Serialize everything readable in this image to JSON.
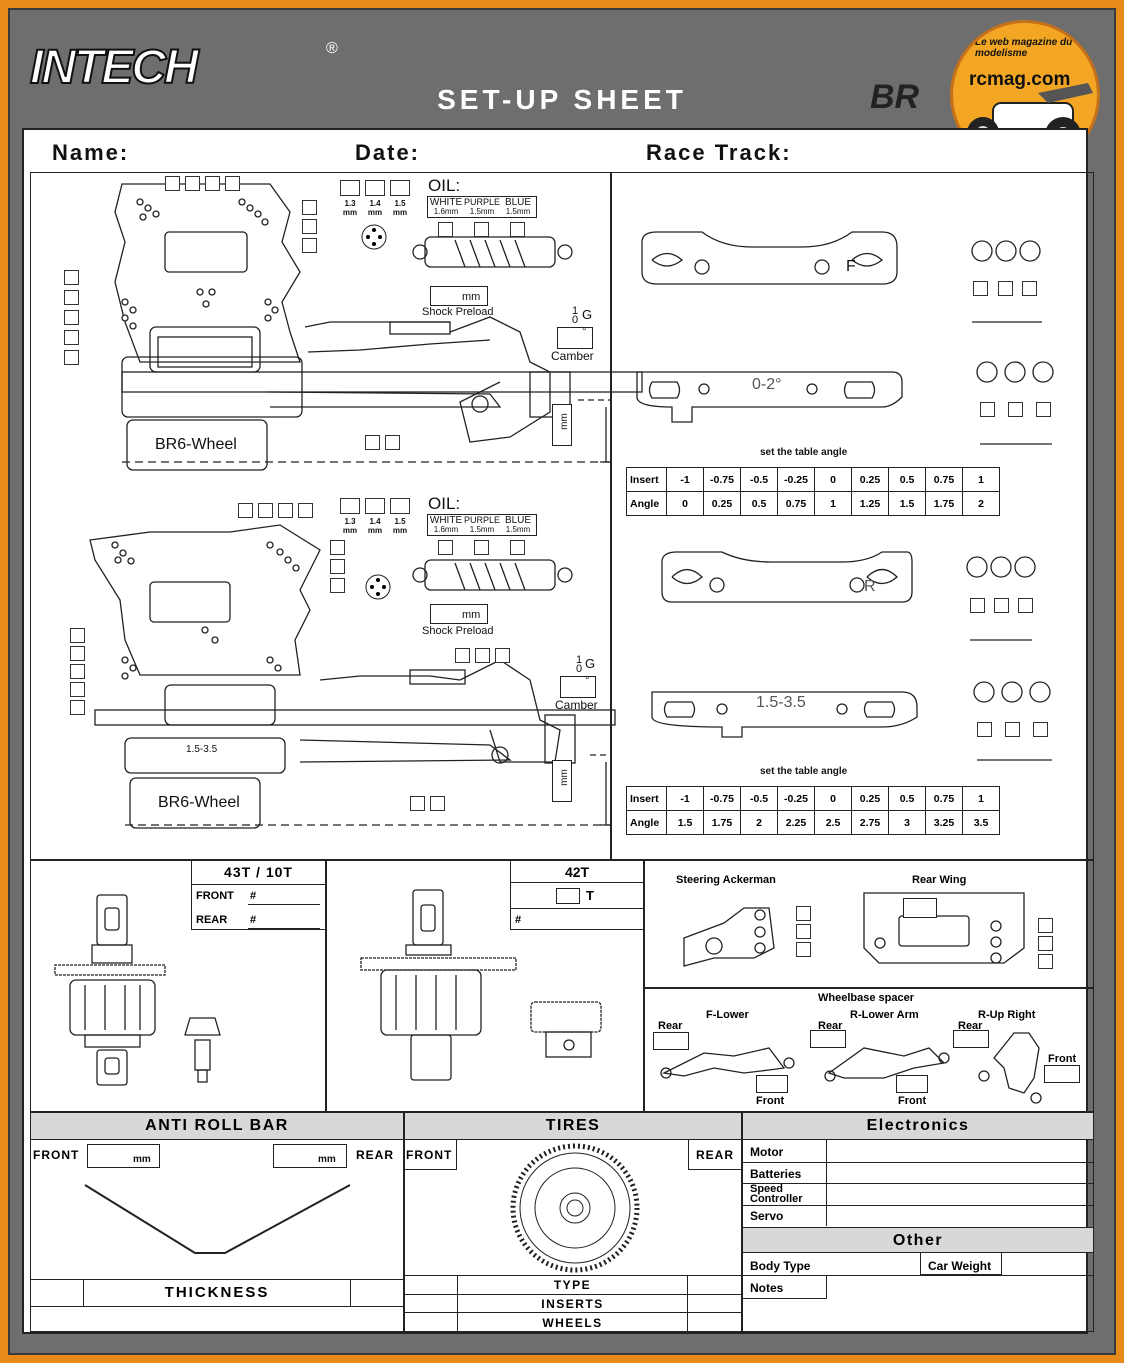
{
  "header": {
    "brand": "INTECH",
    "reg_mark": "®",
    "title": "SET-UP SHEET",
    "model": "BR",
    "badge_text": "rcmag.com",
    "badge_tagline": "Le web magazine du modelisme"
  },
  "fields": {
    "name": "Name:",
    "date": "Date:",
    "race_track": "Race Track:"
  },
  "front_section": {
    "oil_label": "OIL:",
    "spring_sizes": [
      "1.3 mm",
      "1.4 mm",
      "1.5 mm"
    ],
    "oil_colors": [
      {
        "name": "WHITE",
        "size": "1.6mm"
      },
      {
        "name": "PURPLE",
        "size": "1.5mm"
      },
      {
        "name": "BLUE",
        "size": "1.5mm"
      }
    ],
    "shock_unit": "mm",
    "shock_preload": "Shock Preload",
    "camber_label": "Camber",
    "camber_fraction_top": "1",
    "camber_fraction_bottom": "0",
    "camber_g": "G",
    "degree": "°",
    "wheel_label": "BR6-Wheel",
    "height_unit": "mm"
  },
  "rear_section": {
    "oil_label": "OIL:",
    "wheel_label": "BR6-Wheel",
    "range_label": "1.5-3.5",
    "shock_unit": "mm",
    "shock_preload": "Shock Preload",
    "camber_label": "Camber",
    "height_unit": "mm"
  },
  "front_hub": {
    "block_mark": "F",
    "insert_mark": "0-2°",
    "table_caption": "set the table angle",
    "rows": [
      {
        "label": "Insert",
        "values": [
          "-1",
          "-0.75",
          "-0.5",
          "-0.25",
          "0",
          "0.25",
          "0.5",
          "0.75",
          "1"
        ]
      },
      {
        "label": "Angle",
        "values": [
          "0",
          "0.25",
          "0.5",
          "0.75",
          "1",
          "1.25",
          "1.5",
          "1.75",
          "2"
        ]
      }
    ]
  },
  "rear_hub": {
    "block_mark": "R",
    "insert_mark": "1.5-3.5",
    "table_caption": "set the table angle",
    "rows": [
      {
        "label": "Insert",
        "values": [
          "-1",
          "-0.75",
          "-0.5",
          "-0.25",
          "0",
          "0.25",
          "0.5",
          "0.75",
          "1"
        ]
      },
      {
        "label": "Angle",
        "values": [
          "1.5",
          "1.75",
          "2",
          "2.25",
          "2.5",
          "2.75",
          "3",
          "3.25",
          "3.5"
        ]
      }
    ]
  },
  "diff1": {
    "title": "43T / 10T",
    "front": "FRONT",
    "rear": "REAR",
    "hash": "#"
  },
  "diff2": {
    "title": "42T",
    "t": "T",
    "hash": "#"
  },
  "steering": {
    "title": "Steering Ackerman"
  },
  "wing": {
    "title": "Rear Wing"
  },
  "wheelbase": {
    "title": "Wheelbase spacer",
    "parts": [
      {
        "name": "F-Lower",
        "rear": "Rear",
        "front": "Front"
      },
      {
        "name": "R-Lower Arm",
        "rear": "Rear",
        "front": "Front"
      },
      {
        "name": "R-Up Right",
        "rear": "Rear",
        "front": "Front"
      }
    ]
  },
  "anti_roll": {
    "title": "ANTI ROLL BAR",
    "front": "FRONT",
    "rear": "REAR",
    "unit": "mm",
    "thickness": "THICKNESS"
  },
  "tires": {
    "title": "TIRES",
    "front": "FRONT",
    "rear": "REAR",
    "rows": [
      "TYPE",
      "INSERTS",
      "WHEELS"
    ]
  },
  "electronics": {
    "title": "Electronics",
    "rows": [
      "Motor",
      "Batteries",
      "Speed Controller",
      "Servo"
    ],
    "other_title": "Other",
    "body_type": "Body Type",
    "car_weight": "Car Weight",
    "notes": "Notes"
  }
}
